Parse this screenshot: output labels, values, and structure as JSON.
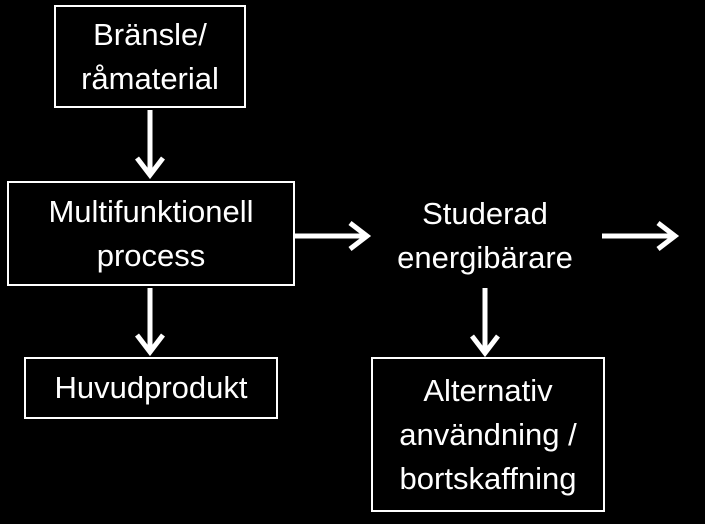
{
  "diagram": {
    "fuel_box": {
      "line1": "Bränsle/",
      "line2": "råmaterial"
    },
    "process_box": {
      "line1": "Multifunktionell",
      "line2": "process"
    },
    "carrier_label": {
      "line1": "Studerad",
      "line2": "energibärare"
    },
    "main_product_box": {
      "line1": "Huvudprodukt"
    },
    "alternative_box": {
      "line1": "Alternativ",
      "line2": "användning /",
      "line3": "bortskaffning"
    },
    "colors": {
      "background": "#000000",
      "foreground": "#ffffff"
    }
  }
}
